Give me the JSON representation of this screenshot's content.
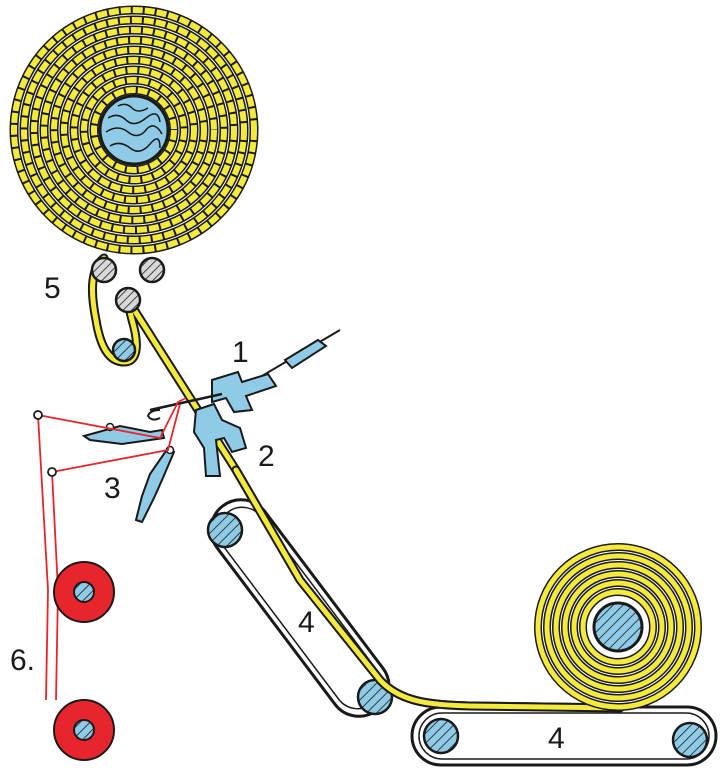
{
  "labels": {
    "needle": "1",
    "sinker": "2",
    "yarn_guides": "3",
    "take_down_belts": "4",
    "left_belt": "4",
    "bottom_belt": "4",
    "supply_roll": "5",
    "yarn_bobbins": "6."
  },
  "colors": {
    "fabric": "#f4ea3c",
    "fabric_outline": "#2a2a1a",
    "machine_parts": "#8fcbe6",
    "yarn": "#e8252d",
    "outline": "#1a1a1a"
  }
}
